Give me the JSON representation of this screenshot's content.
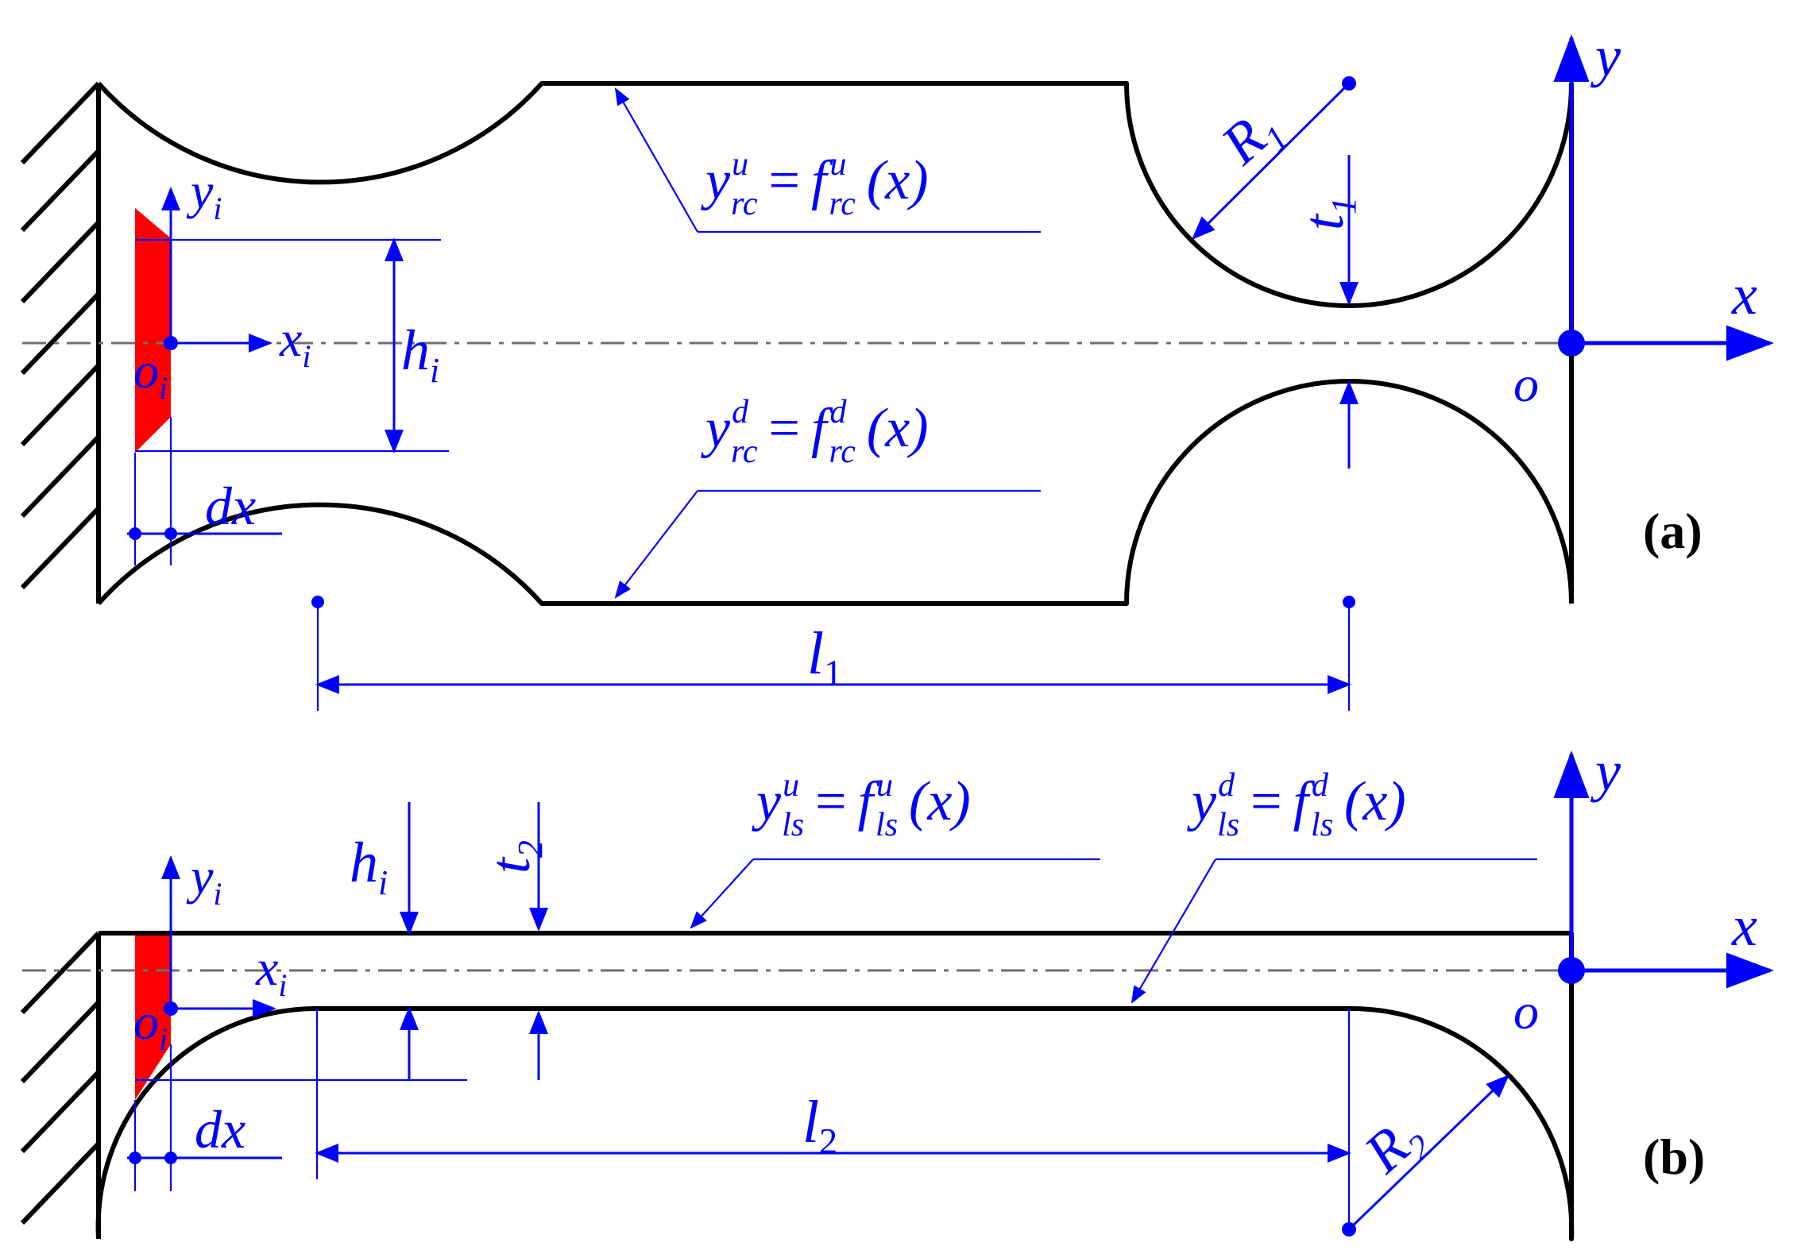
{
  "colors": {
    "accent": "#0000ff",
    "outline": "#000000",
    "element": "#ff0000",
    "centerline": "#6e6e6e"
  },
  "panel_a": {
    "tag": "(a)",
    "axis_x": "x",
    "axis_y": "y",
    "origin": "o",
    "local_x": {
      "base": "x",
      "sub": "i"
    },
    "local_y": {
      "base": "y",
      "sub": "i"
    },
    "local_origin": {
      "base": "o",
      "sub": "i"
    },
    "thickness": {
      "base": "h",
      "sub": "i"
    },
    "element_width": "dx",
    "radius": {
      "base": "R",
      "sub": "1"
    },
    "min_thickness": {
      "base": "t",
      "sub": "1"
    },
    "length": {
      "base": "l",
      "sub": "1"
    },
    "upper_eq": {
      "y": "y",
      "sup": "u",
      "sub": "rc",
      "eq": "=",
      "f": "f",
      "arg": "(x)"
    },
    "lower_eq": {
      "y": "y",
      "sup": "d",
      "sub": "rc",
      "eq": "=",
      "f": "f",
      "arg": "(x)"
    }
  },
  "panel_b": {
    "tag": "(b)",
    "axis_x": "x",
    "axis_y": "y",
    "origin": "o",
    "local_x": {
      "base": "x",
      "sub": "i"
    },
    "local_y": {
      "base": "y",
      "sub": "i"
    },
    "local_origin": {
      "base": "o",
      "sub": "i"
    },
    "thickness": {
      "base": "h",
      "sub": "i"
    },
    "element_width": "dx",
    "radius": {
      "base": "R",
      "sub": "2"
    },
    "min_thickness": {
      "base": "t",
      "sub": "2"
    },
    "length": {
      "base": "l",
      "sub": "2"
    },
    "upper_eq": {
      "y": "y",
      "sup": "u",
      "sub": "ls",
      "eq": "=",
      "f": "f",
      "arg": "(x)"
    },
    "lower_eq": {
      "y": "y",
      "sup": "d",
      "sub": "ls",
      "eq": "=",
      "f": "f",
      "arg": "(x)"
    }
  }
}
